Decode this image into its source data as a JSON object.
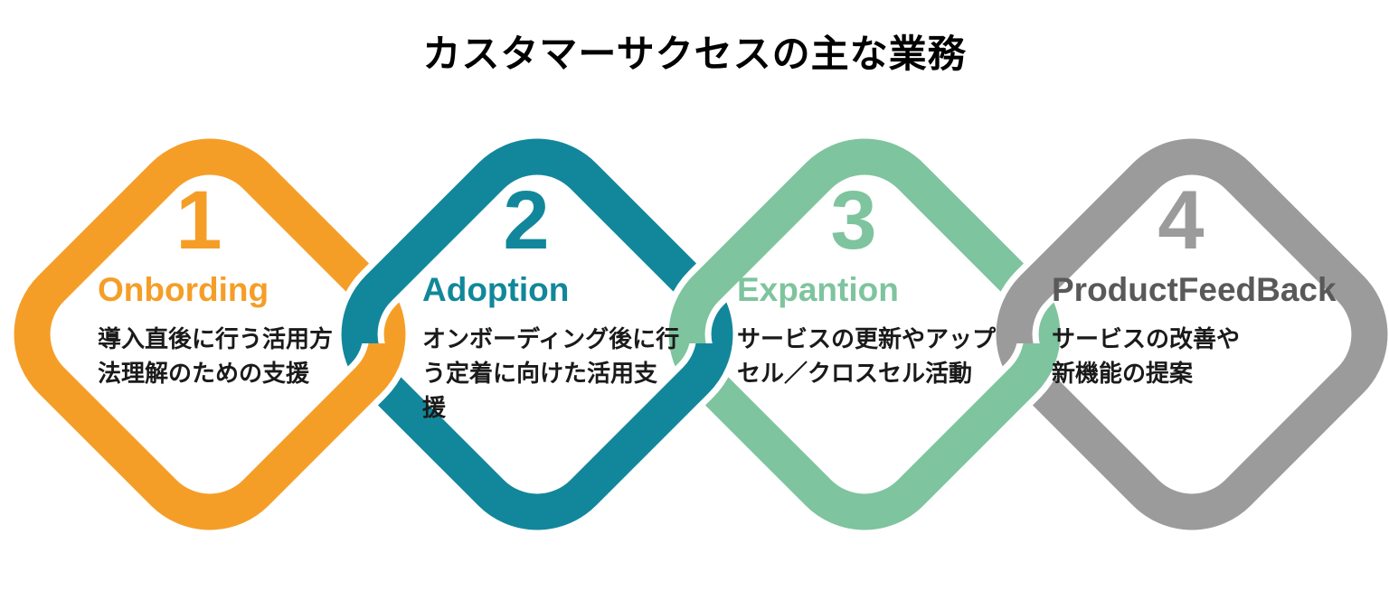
{
  "title": "カスタマーサクセスの主な業務",
  "links": [
    {
      "number": "1",
      "name": "Onbording",
      "description": "導入直後に行う活用方\n法理解のための支援",
      "color": "#F59E27",
      "title_color": "#F59E27"
    },
    {
      "number": "2",
      "name": "Adoption",
      "description": "オンボーディング後に行\nう定着に向けた活用支\n援",
      "color": "#12879B",
      "title_color": "#12879B"
    },
    {
      "number": "3",
      "name": "Expantion",
      "description": "サービスの更新やアップ\nセル／クロスセル活動",
      "color": "#7EC49E",
      "title_color": "#7EC49E"
    },
    {
      "number": "4",
      "name": "ProductFeedBack",
      "description": "サービスの改善や\n新機能の提案",
      "color": "#9B9B9B",
      "title_color": "#595959"
    }
  ]
}
